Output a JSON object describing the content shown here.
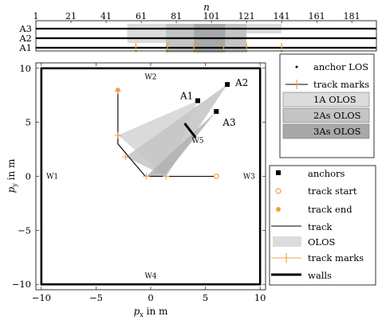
{
  "chart_data": [
    {
      "type": "timeline",
      "title": "",
      "xlabel": "n",
      "xlim": [
        1,
        195
      ],
      "ticks": [
        1,
        21,
        41,
        61,
        81,
        101,
        121,
        141,
        161,
        181
      ],
      "rows": [
        "A3",
        "A2",
        "A1"
      ],
      "colors": {
        "olos1": "#dcdcdc",
        "olos2": "#c4c4c4",
        "olos3": "#a8a8a8",
        "marks": "#f0a040"
      },
      "shaded": [
        {
          "row": "A3",
          "from": 53,
          "to": 141,
          "level": 1
        },
        {
          "row": "A3",
          "from": 75,
          "to": 91,
          "level": 2
        },
        {
          "row": "A3",
          "from": 91,
          "to": 109,
          "level": 3
        },
        {
          "row": "A3",
          "from": 109,
          "to": 121,
          "level": 2
        },
        {
          "row": "A2",
          "from": 53,
          "to": 75,
          "level": 1
        },
        {
          "row": "A2",
          "from": 75,
          "to": 91,
          "level": 2
        },
        {
          "row": "A2",
          "from": 91,
          "to": 109,
          "level": 3
        },
        {
          "row": "A2",
          "from": 109,
          "to": 121,
          "level": 2
        },
        {
          "row": "A1",
          "from": 75,
          "to": 91,
          "level": 2
        },
        {
          "row": "A1",
          "from": 91,
          "to": 109,
          "level": 3
        },
        {
          "row": "A1",
          "from": 109,
          "to": 121,
          "level": 2
        }
      ],
      "track_marks_n": [
        58,
        76,
        91,
        108,
        121,
        141
      ]
    },
    {
      "type": "scatter",
      "title": "",
      "xlabel": "p_x in m",
      "ylabel": "p_y in m",
      "xlim": [
        -10.5,
        10.5
      ],
      "ylim": [
        -10.5,
        10.5
      ],
      "xticks": [
        -10,
        -5,
        0,
        5,
        10
      ],
      "yticks": [
        -10,
        -5,
        0,
        5,
        10
      ],
      "walls": {
        "rect": {
          "x0": -10,
          "x1": 10,
          "y0": -10,
          "y1": 10
        },
        "labels": [
          {
            "text": "W1",
            "x": -9,
            "y": 0
          },
          {
            "text": "W2",
            "x": 0,
            "y": 9.2
          },
          {
            "text": "W3",
            "x": 9,
            "y": 0
          },
          {
            "text": "W4",
            "x": 0,
            "y": -9.2
          },
          {
            "text": "W5",
            "x": 4.3,
            "y": 3.3
          }
        ],
        "inner_wall": [
          [
            3.1,
            4.9
          ],
          [
            4.1,
            3.6
          ]
        ]
      },
      "anchors": [
        {
          "name": "A1",
          "x": 4.3,
          "y": 7.0
        },
        {
          "name": "A2",
          "x": 7.0,
          "y": 8.5
        },
        {
          "name": "A3",
          "x": 6.0,
          "y": 6.0
        }
      ],
      "track": [
        [
          6.0,
          0.0
        ],
        [
          -0.5,
          0.0
        ],
        [
          -3.0,
          3.0
        ],
        [
          -3.0,
          8.0
        ]
      ],
      "track_start": [
        6.0,
        0.0
      ],
      "track_end": [
        -3.0,
        8.0
      ],
      "track_marks": [
        [
          -3.0,
          3.8
        ],
        [
          -2.3,
          1.8
        ],
        [
          -0.4,
          0.0
        ],
        [
          1.4,
          0.0
        ],
        [
          -3.0,
          7.9
        ]
      ],
      "olos": [
        {
          "apex": [
            4.3,
            7.0
          ],
          "p1": [
            -3.0,
            3.8
          ],
          "p2": [
            1.4,
            0.0
          ],
          "level": 1
        },
        {
          "apex": [
            7.0,
            8.5
          ],
          "p1": [
            -2.3,
            1.8
          ],
          "p2": [
            1.4,
            0.0
          ],
          "level": 2
        },
        {
          "apex": [
            6.0,
            6.0
          ],
          "p1": [
            -0.4,
            0.0
          ],
          "p2": [
            1.2,
            0.0
          ],
          "level": 3
        }
      ]
    }
  ],
  "legend_top": {
    "items": [
      "anchor LOS",
      "track marks",
      "1A OLOS",
      "2As OLOS",
      "3As OLOS"
    ]
  },
  "legend_bottom": {
    "items": [
      "anchors",
      "track start",
      "track end",
      "track",
      "OLOS",
      "track marks",
      "walls"
    ]
  }
}
